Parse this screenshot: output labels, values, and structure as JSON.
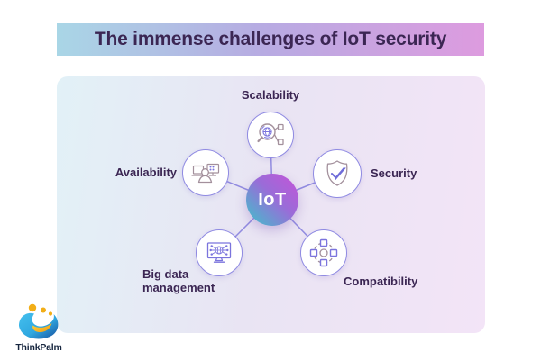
{
  "title": "The immense challenges of IoT security",
  "diagram": {
    "center_label": "IoT",
    "nodes": [
      {
        "label": "Scalability",
        "icon": "magnifier-globe-icon"
      },
      {
        "label": "Availability",
        "icon": "person-devices-icon"
      },
      {
        "label": "Security",
        "icon": "shield-check-icon"
      },
      {
        "label": "Big data management",
        "icon": "monitor-network-icon"
      },
      {
        "label": "Compatibility",
        "icon": "connected-modules-icon"
      }
    ]
  },
  "brand": {
    "name": "ThinkPalm"
  },
  "colors": {
    "banner_gradient_start": "#a9d6e6",
    "banner_gradient_mid": "#b7abe2",
    "banner_gradient_end": "#dd9bdf",
    "title_text": "#3b2653",
    "card_gradient_start": "#e2f1f7",
    "card_gradient_end": "#f3e4f7",
    "iot_gradient_teal": "#3cc4ca",
    "iot_gradient_magenta": "#c653d8",
    "node_border": "#8f8ae2",
    "connector_line": "#918be0",
    "label_text": "#3b2653",
    "icon_stroke_mauve": "#a3909c",
    "icon_stroke_purple": "#7b74dd",
    "logo_blue": "#2fa8e0",
    "logo_dark_blue": "#174f9e",
    "logo_yellow": "#f2ae17",
    "logo_text": "#17263f"
  }
}
